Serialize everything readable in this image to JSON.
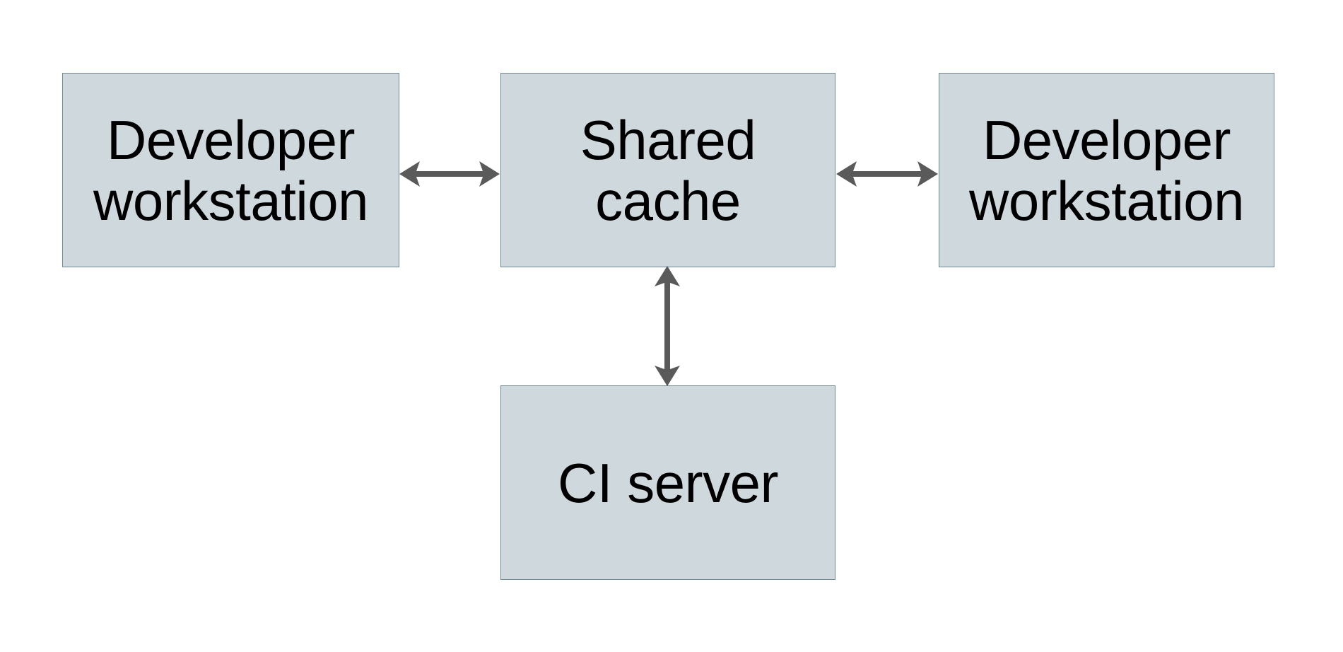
{
  "diagram": {
    "type": "flow-diagram",
    "background_color": "#ffffff",
    "node_fill_color": "#cfd8dc",
    "node_border_color": "#6e8895",
    "edge_color": "#5a5a5a",
    "text_color": "#000000",
    "nodes": [
      {
        "id": "dev-left",
        "label": "Developer\nworkstation",
        "shape": "rectangle"
      },
      {
        "id": "shared",
        "label": "Shared\ncache",
        "shape": "rectangle"
      },
      {
        "id": "dev-right",
        "label": "Developer\nworkstation",
        "shape": "rectangle"
      },
      {
        "id": "ci",
        "label": "CI server",
        "shape": "rectangle"
      }
    ],
    "edges": [
      {
        "id": "edge-left-shared",
        "from": "dev-left",
        "to": "shared",
        "arrow": "double",
        "orientation": "horizontal",
        "label": ""
      },
      {
        "id": "edge-shared-right",
        "from": "shared",
        "to": "dev-right",
        "arrow": "double",
        "orientation": "horizontal",
        "label": ""
      },
      {
        "id": "edge-shared-ci",
        "from": "shared",
        "to": "ci",
        "arrow": "double",
        "orientation": "vertical",
        "label": ""
      }
    ]
  }
}
